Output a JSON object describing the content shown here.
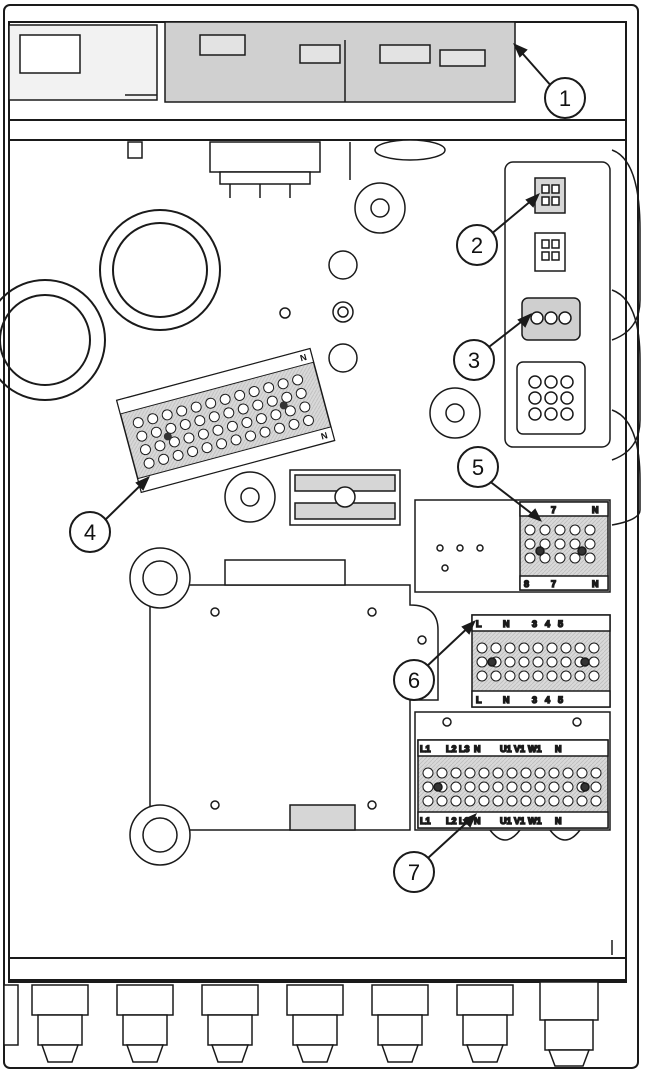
{
  "callouts": [
    "1",
    "2",
    "3",
    "4",
    "5",
    "6",
    "7"
  ],
  "strip_labels": {
    "strip5_top": [
      "7",
      "N"
    ],
    "strip5_bottom": [
      "8",
      "7",
      "N"
    ],
    "strip6_top": [
      "L",
      "N",
      "3",
      "4",
      "5"
    ],
    "strip6_bottom": [
      "L",
      "N",
      "3",
      "4",
      "5"
    ],
    "strip7_top": [
      "L1",
      "L2",
      "L3",
      "N",
      "U1",
      "V1",
      "W1",
      "N"
    ],
    "strip7_bottom": [
      "L1",
      "L2",
      "L3",
      "N",
      "U1",
      "V1",
      "W1",
      "N"
    ],
    "strip4_top": [
      "N"
    ],
    "strip4_bottom": [
      "N"
    ]
  },
  "colors": {
    "line": "#1a1a1a",
    "terminal_fill": "#d6d6d6",
    "module_fill": "#cfcfcf",
    "panel_fill": "#ffffff"
  }
}
